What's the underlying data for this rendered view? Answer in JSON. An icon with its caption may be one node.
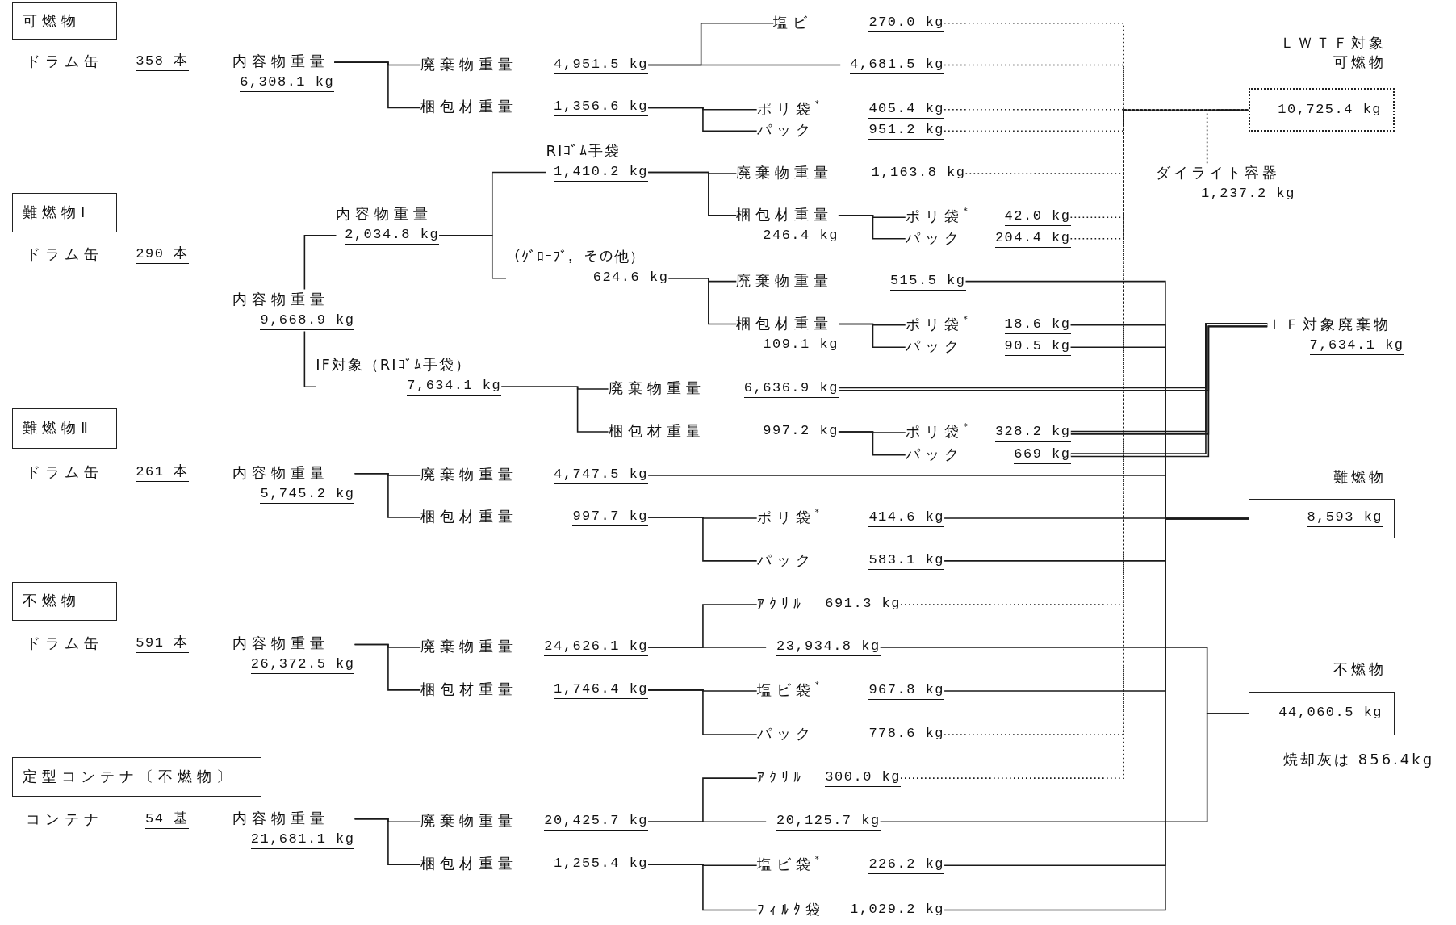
{
  "diagram": {
    "nodes": [
      {
        "text": [
          "可燃物"
        ]
      },
      {
        "text": [
          "内容物重量",
          "6,308.1 kg"
        ]
      },
      {
        "text": [
          "廃棄物重量",
          "4,951.5 kg"
        ]
      },
      {
        "text": [
          "梱包材重量",
          "1,356.6 kg"
        ]
      },
      {
        "text": [
          "塩ビ",
          "270.0 kg"
        ]
      },
      {
        "text": [
          "4,681.5 kg"
        ]
      },
      {
        "text": [
          "ポリ袋$^{*}$",
          "405.4 kg"
        ]
      },
      {
        "text": [
          "パック",
          "951.2 kg"
        ]
      },
      {
        "text": [
          "難燃物Ⅰ"
        ]
      },
      {
        "text": [
          "内容物重量",
          "9,668.9 kg"
        ]
      },
      {
        "text": [
          "内容物重量",
          "2,034.8 kg"
        ]
      },
      {
        "text": [
          "RIｺﾞﾑ手袋",
          "1,410.2 kg"
        ]
      },
      {
        "text": [
          "廃棄物重量",
          "1,163.8 kg"
        ]
      },
      {
        "text": [
          "梱包材重量",
          "246.4 kg"
        ]
      },
      {
        "text": [
          "ポリ袋$^{*}$",
          "42.0 kg"
        ]
      },
      {
        "text": [
          "パック",
          "204.4 kg"
        ]
      },
      {
        "text": [
          "（ｸﾞﾛｰﾌﾞ，その他）",
          "624.6 kg"
        ]
      },
      {
        "text": [
          "廃棄物重量",
          "515.5 kg"
        ]
      },
      {
        "text": [
          "梱包材重量",
          "109.1 kg"
        ]
      },
      {
        "text": [
          "ポリ袋$^{*}$",
          "18.6 kg"
        ]
      },
      {
        "text": [
          "パック",
          "90.5 kg"
        ]
      },
      {
        "text": [
          "IF対象（RIｺﾞﾑ手袋）",
          "7,634.1 kg"
        ]
      },
      {
        "text": [
          "廃棄物重量",
          "6,636.9 kg"
        ]
      },
      {
        "text": [
          "梱包材重量",
          "997.2 kg"
        ]
      },
      {
        "text": [
          "ポリ袋$^{*}$",
          "328.2 kg"
        ]
      },
      {
        "text": [
          "パック",
          "669 kg"
        ]
      },
      {
        "text": [
          "難燃物Ⅱ"
        ]
      },
      {
        "text": [
          "内容物重量",
          "5,745.2 kg"
        ]
      },
      {
        "text": [
          "廃棄物重量",
          "4,747.5 kg"
        ]
      },
      {
        "text": [
          "梱包材重量",
          "997.7 kg"
        ]
      },
      {
        "text": [
          "ポリ袋$^{*}$",
          "414.6 kg"
        ]
      },
      {
        "text": [
          "パック",
          "583.1 kg"
        ]
      },
      {
        "text": [
          "不燃物"
        ]
      },
      {
        "text": [
          "内容物重量",
          "26,372.5 kg"
        ]
      },
      {
        "text": [
          "廃棄物重量",
          "24,626.1 kg"
        ]
      },
      {
        "text": [
          "梱包材重量",
          "1,746.4 kg"
        ]
      },
      {
        "text": [
          "ｱｸﾘﾙ",
          "691.3 kg"
        ]
      },
      {
        "text": [
          "23,934.8 kg"
        ]
      },
      {
        "text": [
          "塩ビ袋$^{*}$",
          "967.8 kg"
        ]
      },
      {
        "text": [
          "パック",
          "778.6 kg"
        ]
      },
      {
        "text": [
          "定型コンテナ〔不燃物〕"
        ]
      },
      {
        "text": [
          "内容物重量",
          "21,681.1 kg"
        ]
      },
      {
        "text": [
          "廃棄物重量",
          "20,425.7 kg"
        ]
      },
      {
        "text": [
          "梱包材重量",
          "1,255.4 kg"
        ]
      },
      {
        "text": [
          "ｱｸﾘﾙ",
          "300.0 kg"
        ]
      },
      {
        "text": [
          "20,125.7 kg"
        ]
      },
      {
        "text": [
          "塩ビ袋$^{*}$",
          "226.2 kg"
        ]
      },
      {
        "text": [
          "ﾌｨﾙﾀ袋",
          "1,029.2 kg"
        ]
      },
      {
        "text": [
          "ＬＷＴＦ対象可燃物",
          "10,725.4 kg"
        ]
      },
      {
        "text": [
          "ダイライト容器",
          "1,237.2 kg"
        ]
      },
      {
        "text": [
          "ＩＦ対象廃棄物",
          "7,634.1 kg"
        ]
      },
      {
        "text": [
          "難燃物",
          "8,593 kg"
        ]
      },
      {
        "text": [
          "不燃物",
          "44,060.5 kg"
        ],
        "beside": [
          "焼却灰は 856.4kg"
        ]
      }
    ],
    "edges": [
      {
        "from": 1,
        "to": 2,
        "arrow": "none"
      },
      {
        "from": 1,
        "to": 3,
        "arrow": "none"
      },
      {
        "from": 2,
        "to": 4,
        "arrow": "none"
      },
      {
        "from": 2,
        "to": 5,
        "arrow": "none"
      },
      {
        "from": 3,
        "to": 6,
        "arrow": "none"
      },
      {
        "from": 3,
        "to": 7,
        "arrow": "none"
      },
      {
        "from": 9,
        "to": 10,
        "arrow": "none"
      },
      {
        "from": 9,
        "to": 21,
        "arrow": "none"
      },
      {
        "from": 10,
        "to": 11,
        "arrow": "none"
      },
      {
        "from": 10,
        "to": 16,
        "arrow": "none"
      },
      {
        "from": 11,
        "to": 12,
        "arrow": "none"
      },
      {
        "from": 11,
        "to": 13,
        "arrow": "none"
      },
      {
        "from": 13,
        "to": 14,
        "arrow": "none"
      },
      {
        "from": 13,
        "to": 15,
        "arrow": "none"
      },
      {
        "from": 16,
        "to": 17,
        "arrow": "none"
      },
      {
        "from": 16,
        "to": 18,
        "arrow": "none"
      },
      {
        "from": 18,
        "to": 19,
        "arrow": "none"
      },
      {
        "from": 18,
        "to": 20,
        "arrow": "none"
      },
      {
        "from": 21,
        "to": 22,
        "arrow": "none"
      },
      {
        "from": 21,
        "to": 23,
        "arrow": "none"
      },
      {
        "from": 23,
        "to": 24,
        "arrow": "none"
      },
      {
        "from": 23,
        "to": 25,
        "arrow": "none"
      },
      {
        "from": 27,
        "to": 28,
        "arrow": "none"
      },
      {
        "from": 27,
        "to": 29,
        "arrow": "none"
      },
      {
        "from": 29,
        "to": 30,
        "arrow": "none"
      },
      {
        "from": 29,
        "to": 31,
        "arrow": "none"
      },
      {
        "from": 33,
        "to": 34,
        "arrow": "none"
      },
      {
        "from": 33,
        "to": 35,
        "arrow": "none"
      },
      {
        "from": 34,
        "to": 36,
        "arrow": "none"
      },
      {
        "from": 34,
        "to": 37,
        "arrow": "none"
      },
      {
        "from": 35,
        "to": 38,
        "arrow": "none"
      },
      {
        "from": 35,
        "to": 39,
        "arrow": "none"
      },
      {
        "from": 41,
        "to": 42,
        "arrow": "none"
      },
      {
        "from": 41,
        "to": 43,
        "arrow": "none"
      },
      {
        "from": 42,
        "to": 44,
        "arrow": "none"
      },
      {
        "from": 42,
        "to": 45,
        "arrow": "none"
      },
      {
        "from": 43,
        "to": 46,
        "arrow": "none"
      },
      {
        "from": 43,
        "to": 47,
        "arrow": "none"
      },
      {
        "from": 4,
        "to": 48,
        "arrow": "none",
        "style": "dashed"
      },
      {
        "from": 5,
        "to": 48,
        "arrow": "none",
        "style": "dashed"
      },
      {
        "from": 6,
        "to": 48,
        "arrow": "none",
        "style": "dashed"
      },
      {
        "from": 7,
        "to": 48,
        "arrow": "none",
        "style": "dashed"
      },
      {
        "from": 12,
        "to": 48,
        "arrow": "none",
        "style": "dashed"
      },
      {
        "from": 14,
        "to": 48,
        "arrow": "none",
        "style": "dashed"
      },
      {
        "from": 15,
        "to": 48,
        "arrow": "none",
        "style": "dashed"
      },
      {
        "from": 36,
        "to": 48,
        "arrow": "none",
        "style": "dashed"
      },
      {
        "from": 39,
        "to": 48,
        "arrow": "none",
        "style": "dashed"
      },
      {
        "from": 44,
        "to": 48,
        "arrow": "none",
        "style": "dashed"
      },
      {
        "from": 49,
        "to": 48,
        "arrow": "none",
        "style": "dashed"
      },
      {
        "from": 17,
        "to": 51,
        "arrow": "none"
      },
      {
        "from": 19,
        "to": 51,
        "arrow": "none"
      },
      {
        "from": 20,
        "to": 51,
        "arrow": "none"
      },
      {
        "from": 28,
        "to": 51,
        "arrow": "none"
      },
      {
        "from": 30,
        "to": 51,
        "arrow": "none"
      },
      {
        "from": 31,
        "to": 51,
        "arrow": "none"
      },
      {
        "from": 38,
        "to": 51,
        "arrow": "none"
      },
      {
        "from": 46,
        "to": 51,
        "arrow": "none"
      },
      {
        "from": 47,
        "to": 51,
        "arrow": "none"
      },
      {
        "from": 22,
        "to": 50,
        "arrow": "none",
        "style": "thick"
      },
      {
        "from": 24,
        "to": 50,
        "arrow": "none",
        "style": "thick"
      },
      {
        "from": 25,
        "to": 50,
        "arrow": "none",
        "style": "thick"
      },
      {
        "from": 37,
        "to": 52,
        "arrow": "none"
      },
      {
        "from": 45,
        "to": 52,
        "arrow": "none"
      }
    ],
    "labels": [
      "ドラム缶",
      "358 本",
      "ドラム缶",
      "290 本",
      "ドラム缶",
      "261 本",
      "ドラム缶",
      "591 本",
      "コンテナ",
      "54 基"
    ]
  }
}
